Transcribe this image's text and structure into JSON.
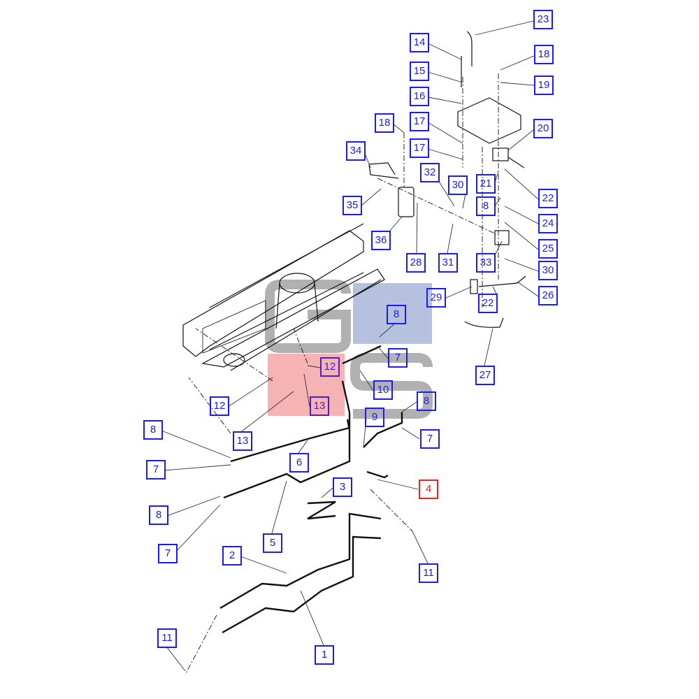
{
  "diagram": {
    "type": "exploded parts diagram",
    "highlight_color": "#ff1a1a",
    "callout_color": "#1a1aff",
    "watermark": {
      "text": "GS",
      "colors": [
        "#9e9e9e",
        "#8fa0cf",
        "#f19a9a"
      ]
    },
    "callouts": [
      {
        "label": "23"
      },
      {
        "label": "14"
      },
      {
        "label": "18"
      },
      {
        "label": "15"
      },
      {
        "label": "19"
      },
      {
        "label": "16"
      },
      {
        "label": "18"
      },
      {
        "label": "17"
      },
      {
        "label": "20"
      },
      {
        "label": "34"
      },
      {
        "label": "17"
      },
      {
        "label": "32"
      },
      {
        "label": "30"
      },
      {
        "label": "21"
      },
      {
        "label": "22"
      },
      {
        "label": "8"
      },
      {
        "label": "35"
      },
      {
        "label": "24"
      },
      {
        "label": "36"
      },
      {
        "label": "28"
      },
      {
        "label": "31"
      },
      {
        "label": "33"
      },
      {
        "label": "25"
      },
      {
        "label": "30"
      },
      {
        "label": "29"
      },
      {
        "label": "22"
      },
      {
        "label": "26"
      },
      {
        "label": "8"
      },
      {
        "label": "7"
      },
      {
        "label": "12"
      },
      {
        "label": "10"
      },
      {
        "label": "27"
      },
      {
        "label": "12"
      },
      {
        "label": "13"
      },
      {
        "label": "8"
      },
      {
        "label": "9"
      },
      {
        "label": "7"
      },
      {
        "label": "8"
      },
      {
        "label": "13"
      },
      {
        "label": "6"
      },
      {
        "label": "7"
      },
      {
        "label": "4",
        "highlighted": true
      },
      {
        "label": "3"
      },
      {
        "label": "8"
      },
      {
        "label": "5"
      },
      {
        "label": "7"
      },
      {
        "label": "2"
      },
      {
        "label": "11"
      },
      {
        "label": "11"
      },
      {
        "label": "1"
      }
    ]
  }
}
